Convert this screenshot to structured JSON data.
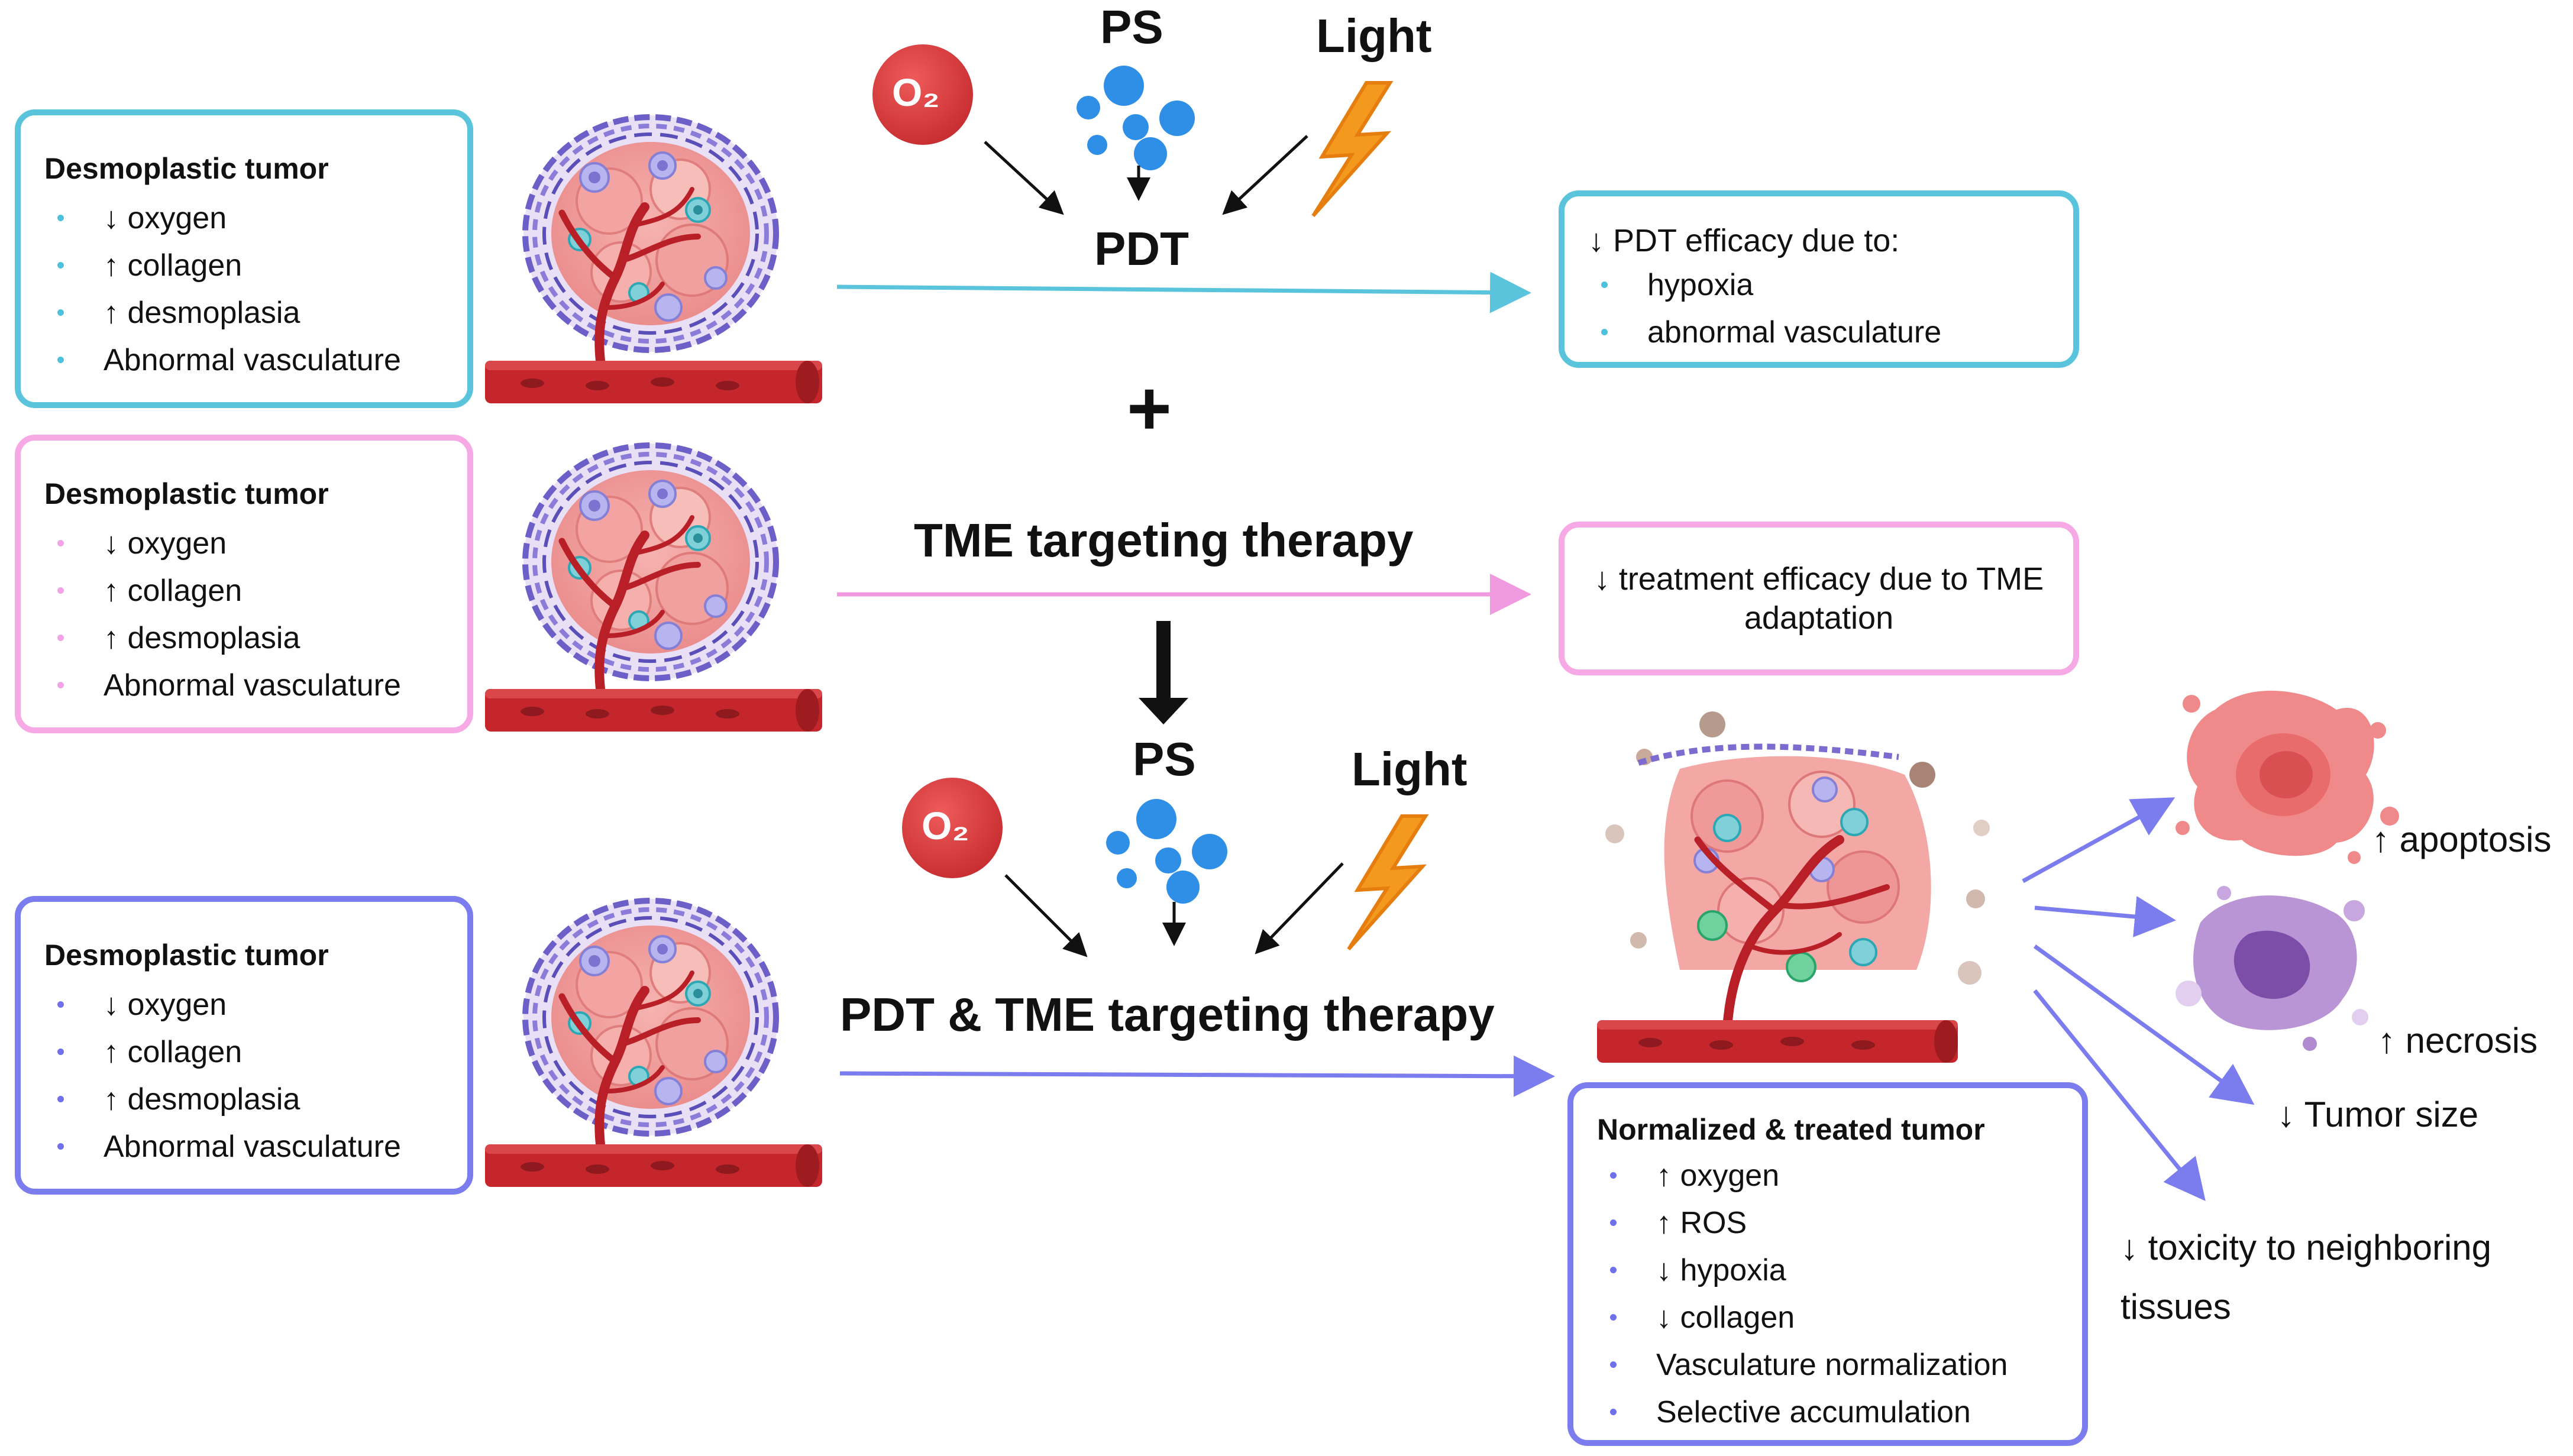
{
  "tumor_box": {
    "title": "Desmoplastic tumor",
    "items": [
      "↓ oxygen",
      "↑ collagen",
      "↑ desmoplasia",
      "Abnormal vasculature"
    ]
  },
  "inputs": {
    "o2": "O₂",
    "ps": "PS",
    "light": "Light"
  },
  "pdt_label": "PDT",
  "plus": "+",
  "tme_label": "TME targeting therapy",
  "combo_label": "PDT & TME targeting therapy",
  "pdt_outcome": {
    "title": "↓ PDT efficacy due to:",
    "items": [
      "hypoxia",
      "abnormal vasculature"
    ]
  },
  "tme_outcome": {
    "text": "↓ treatment efficacy due to TME adaptation"
  },
  "combo_outcome": {
    "title": "Normalized & treated tumor",
    "items": [
      "↑ oxygen",
      "↑ ROS",
      "↓ hypoxia",
      "↓ collagen",
      "Vasculature normalization",
      "Selective accumulation"
    ]
  },
  "effects": {
    "apoptosis": "↑ apoptosis",
    "necrosis": "↑ necrosis",
    "tumor_size": "↓ Tumor size",
    "toxicity": "↓ toxicity to neighboring tissues"
  },
  "colors": {
    "cyan": "#5bc4dd",
    "pink": "#f7a9e6",
    "purple": "#7b7cee",
    "o2_red": "#d8393b",
    "ps_blue": "#2f8fe6",
    "bolt_orange": "#f08a1c",
    "vessel_red": "#c4262c"
  }
}
